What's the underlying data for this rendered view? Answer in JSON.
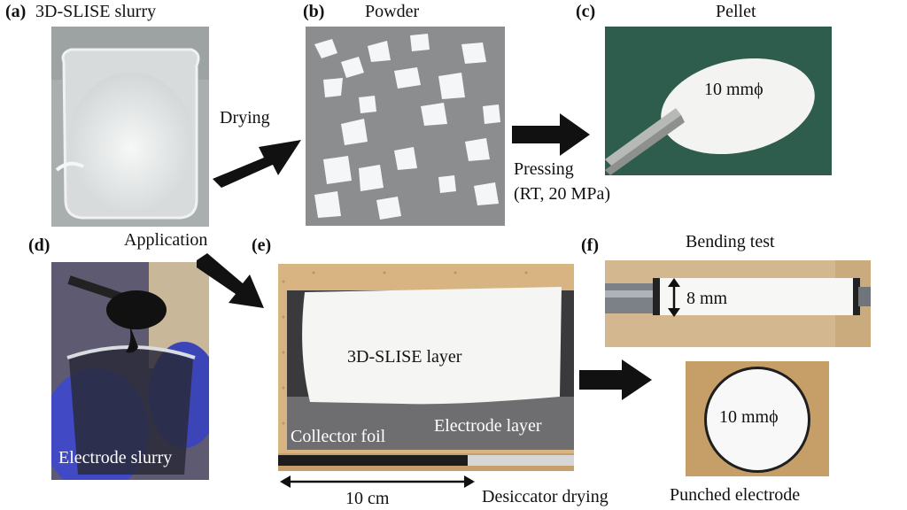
{
  "panels": {
    "a": {
      "letter": "(a)",
      "caption": "3D-SLISE slurry"
    },
    "b": {
      "letter": "(b)",
      "caption": "Powder"
    },
    "c": {
      "letter": "(c)",
      "caption": "Pellet",
      "dimension": "10 mmϕ"
    },
    "d": {
      "letter": "(d)",
      "caption": "Electrode slurry"
    },
    "e": {
      "letter": "(e)",
      "layer_label": "3D-SLISE layer",
      "collector_label": "Collector foil",
      "electrode_label": "Electrode layer",
      "scale_label": "10 cm"
    },
    "f": {
      "letter": "(f)",
      "caption": "Bending test",
      "dimension": "8 mm",
      "punched_dimension": "10 mmϕ",
      "punched_caption": "Punched electrode"
    }
  },
  "steps": {
    "drying": "Drying",
    "pressing": "Pressing",
    "pressing_conditions": "(RT, 20 MPa)",
    "application": "Application",
    "desiccator": "Desiccator drying"
  },
  "colors": {
    "arrow": "#111111",
    "pellet_bg": "#2f5e4f",
    "slurry": "#e9ecec",
    "cork": "#d9b683"
  }
}
